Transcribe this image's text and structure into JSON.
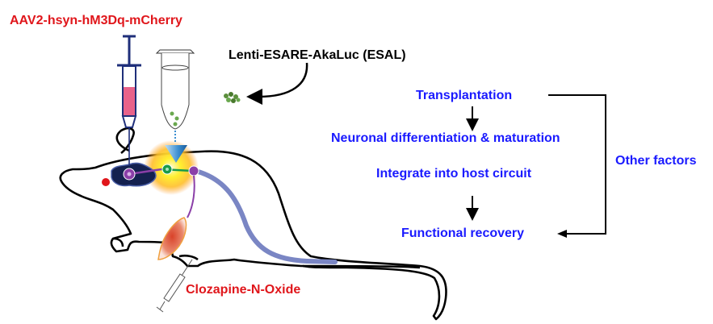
{
  "title": "Chemogenetic activation of transplanted neurons and functional recovery",
  "labels": {
    "aav": "AAV2-hsyn-hM3Dq-mCherry",
    "lenti": "Lenti-ESARE-AkaLuc (ESAL)",
    "cno": "Clozapine-N-Oxide"
  },
  "flow": {
    "steps": [
      "Transplantation",
      "Neuronal differentiation & maturation",
      "Integrate into host circuit",
      "Functional recovery"
    ],
    "side_label": "Other factors"
  },
  "colors": {
    "red_text": "#e0161b",
    "blue_text": "#1a1aff",
    "syringe_fill": "#e8628a",
    "syringe_outline": "#1f2f7a",
    "neuron_purple": "#8b3fa8",
    "neuron_green": "#1a9a4a",
    "brain_blob": "#14214f",
    "glow": "#ffe600",
    "spinal_cord": "#7a86c4",
    "muscle": "#d9432a"
  },
  "icons": [
    "syringe-icon",
    "eppendorf-tube-icon",
    "cell-cluster-icon",
    "mouse-outline",
    "neuron-icon",
    "muscle-icon",
    "small-syringe-icon",
    "injection-arrow-icon"
  ]
}
